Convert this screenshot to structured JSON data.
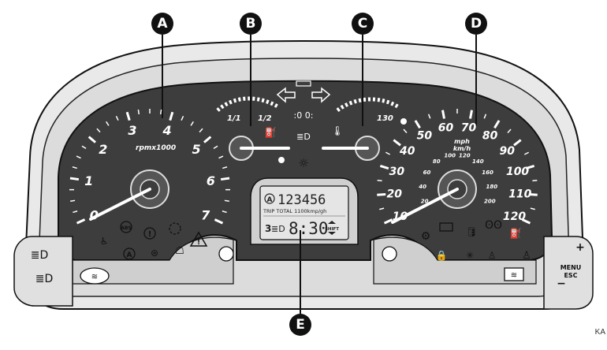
{
  "callouts": {
    "a": "A",
    "b": "B",
    "c": "C",
    "d": "D",
    "e": "E"
  },
  "tachometer": {
    "ticks": [
      "0",
      "1",
      "2",
      "3",
      "4",
      "5",
      "6",
      "7"
    ],
    "unit": "rpmx1000"
  },
  "fuel_gauge": {
    "full": "1/1",
    "half": "1/2"
  },
  "temp_gauge": {
    "max": "130"
  },
  "speedometer": {
    "mph_ticks": [
      "10",
      "20",
      "30",
      "40",
      "50",
      "60",
      "70",
      "80",
      "90",
      "100",
      "110",
      "120"
    ],
    "kmh_ticks": [
      "20",
      "40",
      "60",
      "80",
      "100",
      "120",
      "140",
      "160",
      "180",
      "200"
    ],
    "unit_mph": "mph",
    "unit_kmh": "km/h"
  },
  "display": {
    "odometer": "123456",
    "trip_line": "TRIP TOTAL  1100kmp/gh",
    "gear": "3",
    "time": "8:30",
    "shift": "SHIFT",
    "auto_symbol": "A"
  },
  "controls": {
    "plus": "+",
    "minus": "−",
    "menu": "MENU",
    "esc": "ESC"
  },
  "abs_label": "ABS",
  "ref_code": "KA",
  "colors": {
    "panel": "#3d3d3d",
    "frame": "#e6e6e6",
    "outline": "#111111",
    "gauge_mark": "#ffffff"
  }
}
